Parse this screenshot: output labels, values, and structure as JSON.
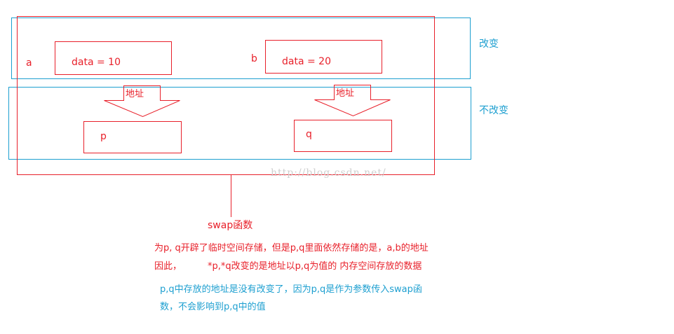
{
  "labels": {
    "change": "改变",
    "no_change": "不改变",
    "a": "a",
    "b": "b",
    "data_a": "data = 10",
    "data_b": "data =  20",
    "addr_left": "地址",
    "addr_right": "地址",
    "p": "p",
    "q": "q",
    "swap": "swap函数",
    "watermark": "http://blog.csdn.net/"
  },
  "notes": {
    "red_line1": "为p, q开辟了临时空间存储，但是p,q里面依然存储的是，a,b的地址",
    "red_line2_a": "因此，",
    "red_line2_b": "*p,*q改变的是地址以p,q为值的 内存空间存放的数据",
    "blue_line1": "p,q中存放的地址是没有改变了，因为p,q是作为参数传入swap函",
    "blue_line2": "数，不会影响到p,q中的值"
  },
  "colors": {
    "red": "#e8202a",
    "blue": "#1d9fd0",
    "watermark": "#cfcfcf"
  }
}
